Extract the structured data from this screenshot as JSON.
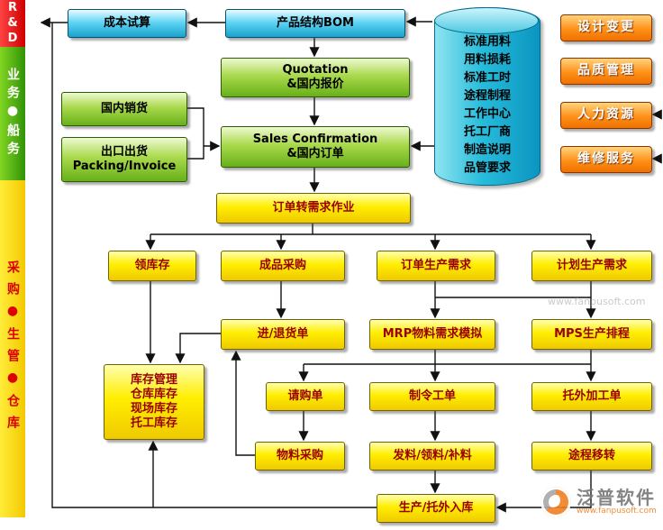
{
  "sidebar": {
    "bands": [
      {
        "label": "R&D"
      },
      {
        "label": "业务●船务"
      },
      {
        "label": "采购●生管●仓库"
      }
    ]
  },
  "nodes": {
    "cost_estimate": "成本试算",
    "bom": "产品结构BOM",
    "quotation": "Quotation\n&国内报价",
    "sales_confirmation": "Sales Confirmation\n&国内订单",
    "domestic_sales": "国内销货",
    "export_shipping": "出口出货\nPacking/Invoice",
    "order_to_demand": "订单转需求作业",
    "pick_stock": "领库存",
    "finished_goods_purchase": "成品采购",
    "order_production_demand": "订单生产需求",
    "planned_production_demand": "计划生产需求",
    "receipt_return": "进/退货单",
    "mrp": "MRP物料需求模拟",
    "mps": "MPS生产排程",
    "inventory": "库存管理\n仓库库存\n现场库存\n托工库存",
    "purchase_requisition": "请购单",
    "work_order": "制令工单",
    "outsourcing_order": "托外加工单",
    "material_purchase": "物料采购",
    "material_issue": "发料/领料/补料",
    "route_transfer": "途程移转",
    "production_receipt": "生产/托外入库"
  },
  "database": {
    "lines": [
      "标准用料",
      "用料损耗",
      "标准工时",
      "途程制程",
      "工作中心",
      "托工厂商",
      "制造说明",
      "品管要求"
    ]
  },
  "right_menu": [
    "设计变更",
    "品质管理",
    "人力资源",
    "维修服务"
  ],
  "watermark": {
    "brand": "泛普软件",
    "url": "www.fanpusoft.com"
  },
  "colors": {
    "blue": "#35bdea",
    "green": "#7cc832",
    "yellow": "#ffee00",
    "orange": "#ff9420"
  }
}
